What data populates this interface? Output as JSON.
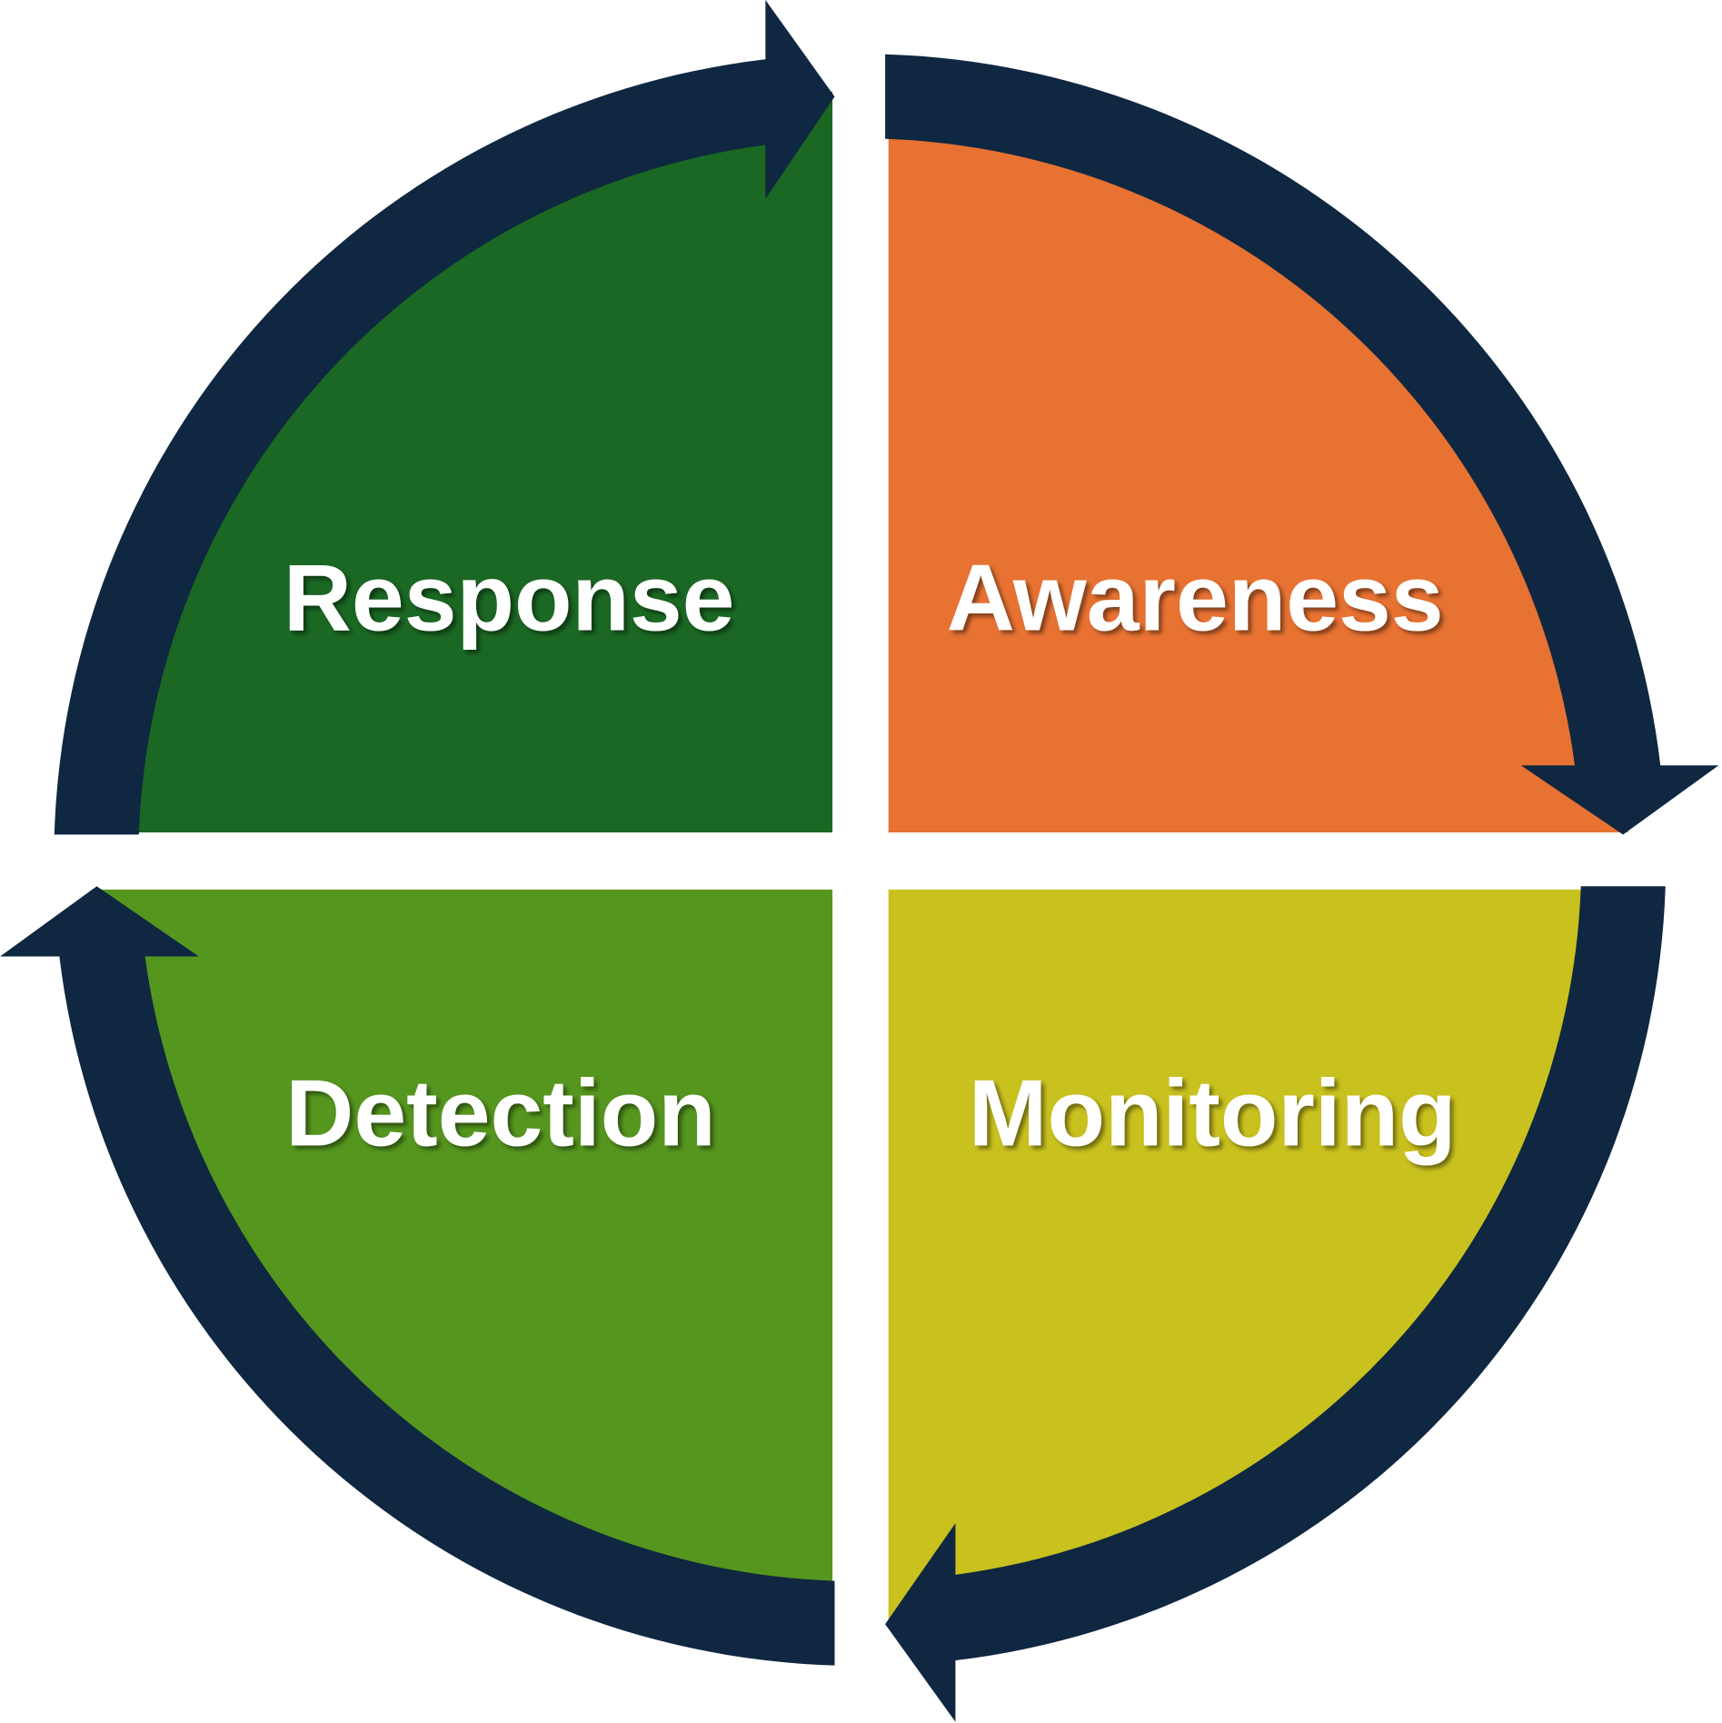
{
  "diagram": {
    "type": "cycle",
    "colors": {
      "arrow": "#0f2741",
      "response": "#1a6823",
      "awareness": "#e87232",
      "detection": "#55961e",
      "monitoring": "#c9c11e"
    },
    "quadrants": [
      {
        "id": "response",
        "label": "Response"
      },
      {
        "id": "awareness",
        "label": "Awareness"
      },
      {
        "id": "monitoring",
        "label": "Monitoring"
      },
      {
        "id": "detection",
        "label": "Detection"
      }
    ],
    "flow_direction": "clockwise"
  }
}
